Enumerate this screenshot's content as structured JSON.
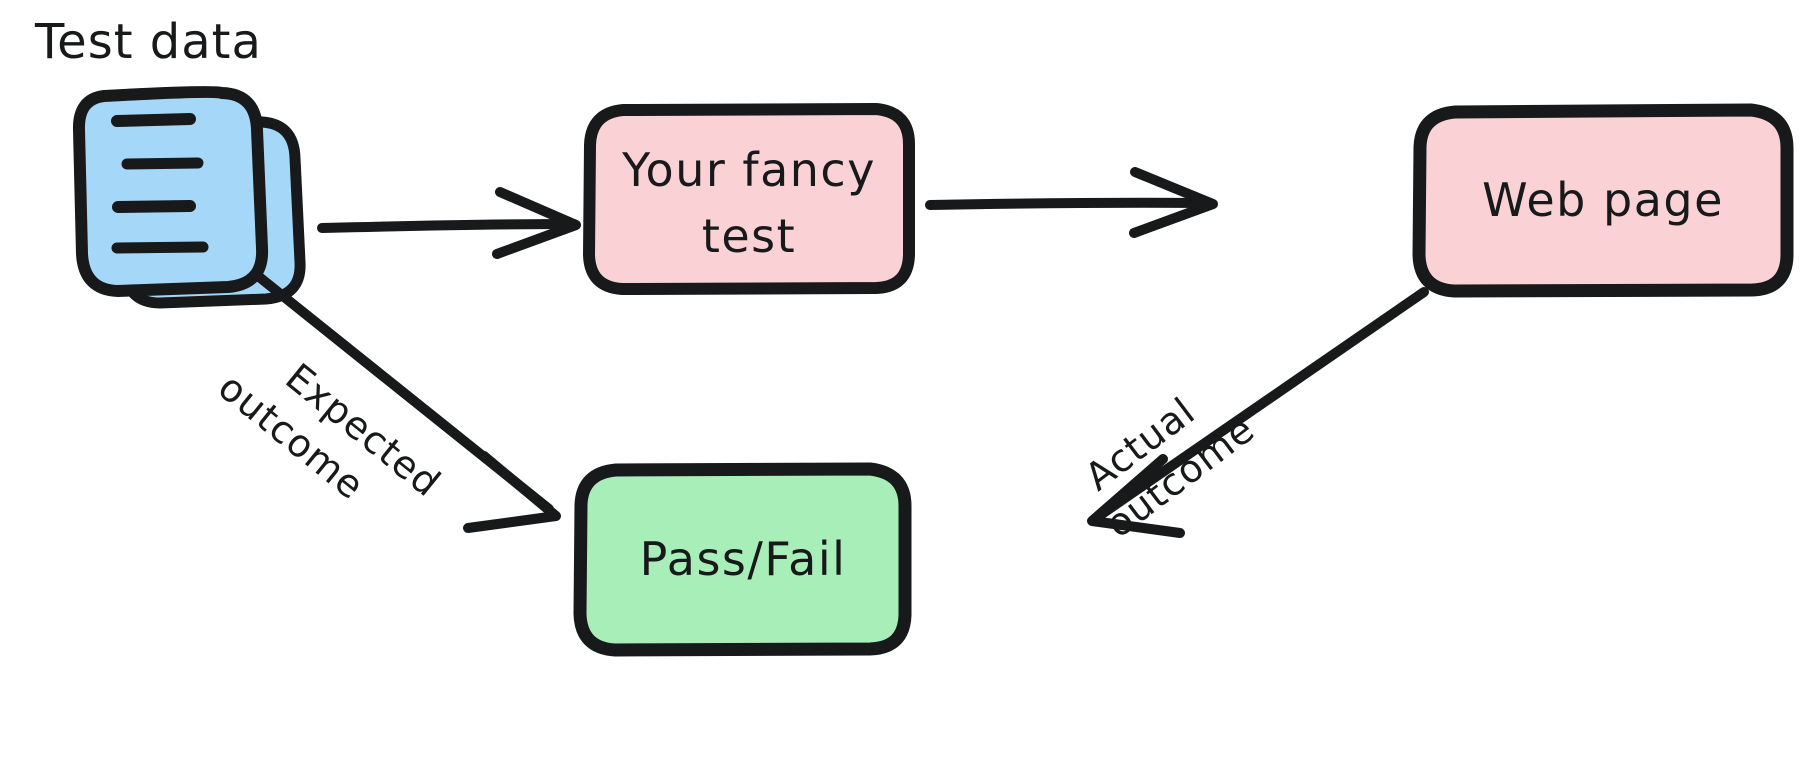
{
  "diagram": {
    "title_label": "Test data",
    "background_color": "#ffffff",
    "ink_color": "#18191b",
    "nodes": [
      {
        "id": "test-data",
        "kind": "document-stack-icon",
        "label": "Test data",
        "fill": "#A5D8F8"
      },
      {
        "id": "your-fancy-test",
        "kind": "rounded-box",
        "line1": "Your fancy",
        "line2": "test",
        "fill": "#FAD1D4"
      },
      {
        "id": "web-page",
        "kind": "rounded-box",
        "line1": "Web page",
        "fill": "#FAD1D4"
      },
      {
        "id": "pass-fail",
        "kind": "rounded-box",
        "line1": "Pass/Fail",
        "fill": "#A8EEB8"
      }
    ],
    "edges": [
      {
        "id": "data-to-test",
        "from": "test-data",
        "to": "your-fancy-test",
        "label": ""
      },
      {
        "id": "test-to-page",
        "from": "your-fancy-test",
        "to": "web-page",
        "label": ""
      },
      {
        "id": "data-to-result",
        "from": "test-data",
        "to": "pass-fail",
        "label_line1": "Expected",
        "label_line2": "outcome"
      },
      {
        "id": "page-to-result",
        "from": "web-page",
        "to": "pass-fail",
        "label_line1": "Actual",
        "label_line2": "outcome"
      }
    ]
  }
}
